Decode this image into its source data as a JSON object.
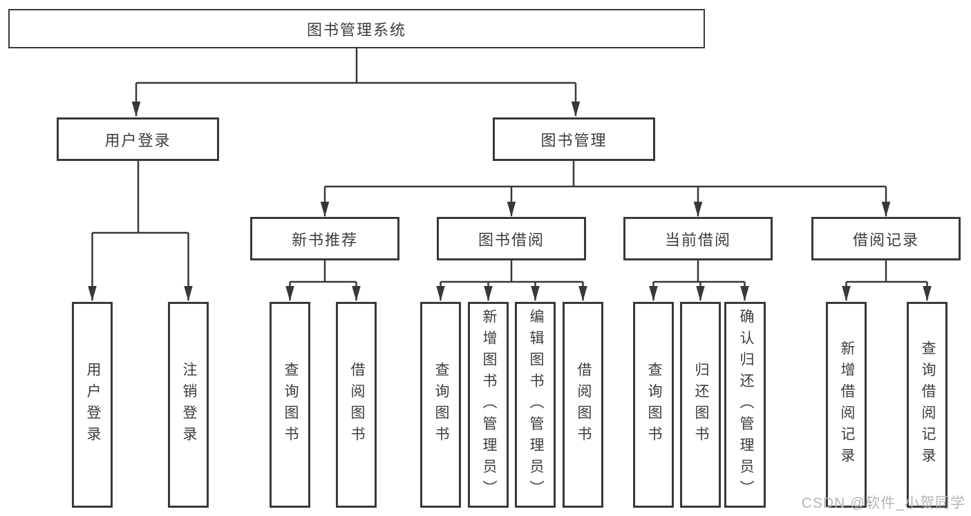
{
  "nodes": {
    "root": "图书管理系统",
    "userLogin": "用户登录",
    "bookMgmt": "图书管理",
    "newBook": "新书推荐",
    "bookBorrow": "图书借阅",
    "currentBorrow": "当前借阅",
    "borrowRecord": "借阅记录",
    "loginLeaf1": "用户登录",
    "loginLeaf2": "注销登录",
    "nbLeaf1": "查询图书",
    "nbLeaf2": "借阅图书",
    "bbLeaf1": "查询图书",
    "bbLeaf2": "新增图书（管理员）",
    "bbLeaf3": "编辑图书（管理员）",
    "bbLeaf4": "借阅图书",
    "cbLeaf1": "查询图书",
    "cbLeaf2": "归还图书",
    "cbLeaf3": "确认归还（管理员）",
    "brLeaf1": "新增借阅记录",
    "brLeaf2": "查询借阅记录"
  },
  "watermark": "CSDN @软件_小贺同学",
  "colors": {
    "line": "#383838",
    "text": "#3d3d3d",
    "watermark": "#b5b5b5",
    "background": "#ffffff"
  }
}
